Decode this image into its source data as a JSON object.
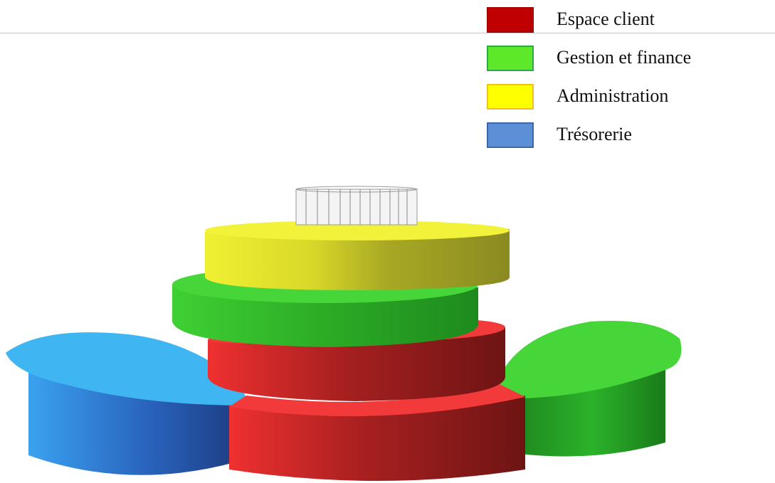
{
  "legend": {
    "items": [
      {
        "key": "espace",
        "label": "Espace client",
        "fill": "#c00000",
        "border": "#a00000"
      },
      {
        "key": "gestion",
        "label": "Gestion et finance",
        "fill": "#5ee82a",
        "border": "#2ea84a"
      },
      {
        "key": "admin",
        "label": "Administration",
        "fill": "#ffff00",
        "border": "#f0c020"
      },
      {
        "key": "treso",
        "label": "Trésorerie",
        "fill": "#5b8fd6",
        "border": "#3a66a8"
      }
    ]
  },
  "colors": {
    "red_top": "#f23a3a",
    "red_side_light": "#ef3030",
    "red_side_dark": "#6e1414",
    "green_top": "#46d63a",
    "green_side_light": "#3fd034",
    "green_side_dark": "#1a7a1a",
    "yellow_top": "#f2f23a",
    "yellow_side_light": "#f0f032",
    "yellow_side_dark": "#8a8a22",
    "blue_top": "#3fb6f2",
    "blue_side_light": "#3ba2f0",
    "blue_side_dark": "#1e3f86",
    "rule": "#c8c8c8"
  }
}
